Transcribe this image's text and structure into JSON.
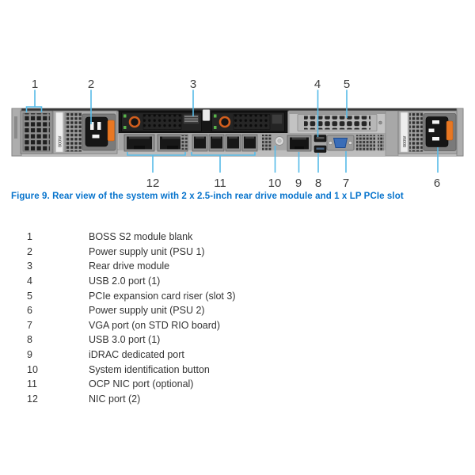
{
  "figure": {
    "caption": "Figure 9. Rear view of the system with 2 x 2.5-inch rear drive module and 1 x LP PCIe slot",
    "psu_wattage_label": "800W",
    "callouts": {
      "c1": "1",
      "c2": "2",
      "c3": "3",
      "c4": "4",
      "c5": "5",
      "c6": "6",
      "c7": "7",
      "c8": "8",
      "c9": "9",
      "c10": "10",
      "c11": "11",
      "c12": "12"
    },
    "colors": {
      "callout_line": "#57bbe8",
      "caption_blue": "#0673cc",
      "accent_orange": "#e87722",
      "drive_latch_orange": "#d35f1e",
      "vga_blue": "#3a6db8",
      "status_green": "#59b44a"
    }
  },
  "legend": {
    "items": [
      {
        "num": "1",
        "label": "BOSS S2 module blank"
      },
      {
        "num": "2",
        "label": "Power supply unit (PSU 1)"
      },
      {
        "num": "3",
        "label": "Rear drive module"
      },
      {
        "num": "4",
        "label": "USB 2.0 port (1)"
      },
      {
        "num": "5",
        "label": "PCIe expansion card riser (slot 3)"
      },
      {
        "num": "6",
        "label": "Power supply unit (PSU 2)"
      },
      {
        "num": "7",
        "label": "VGA port (on STD RIO board)"
      },
      {
        "num": "8",
        "label": "USB 3.0 port (1)"
      },
      {
        "num": "9",
        "label": "iDRAC dedicated port"
      },
      {
        "num": "10",
        "label": "System identification button"
      },
      {
        "num": "11",
        "label": "OCP NIC port (optional)"
      },
      {
        "num": "12",
        "label": "NIC port (2)"
      }
    ]
  }
}
